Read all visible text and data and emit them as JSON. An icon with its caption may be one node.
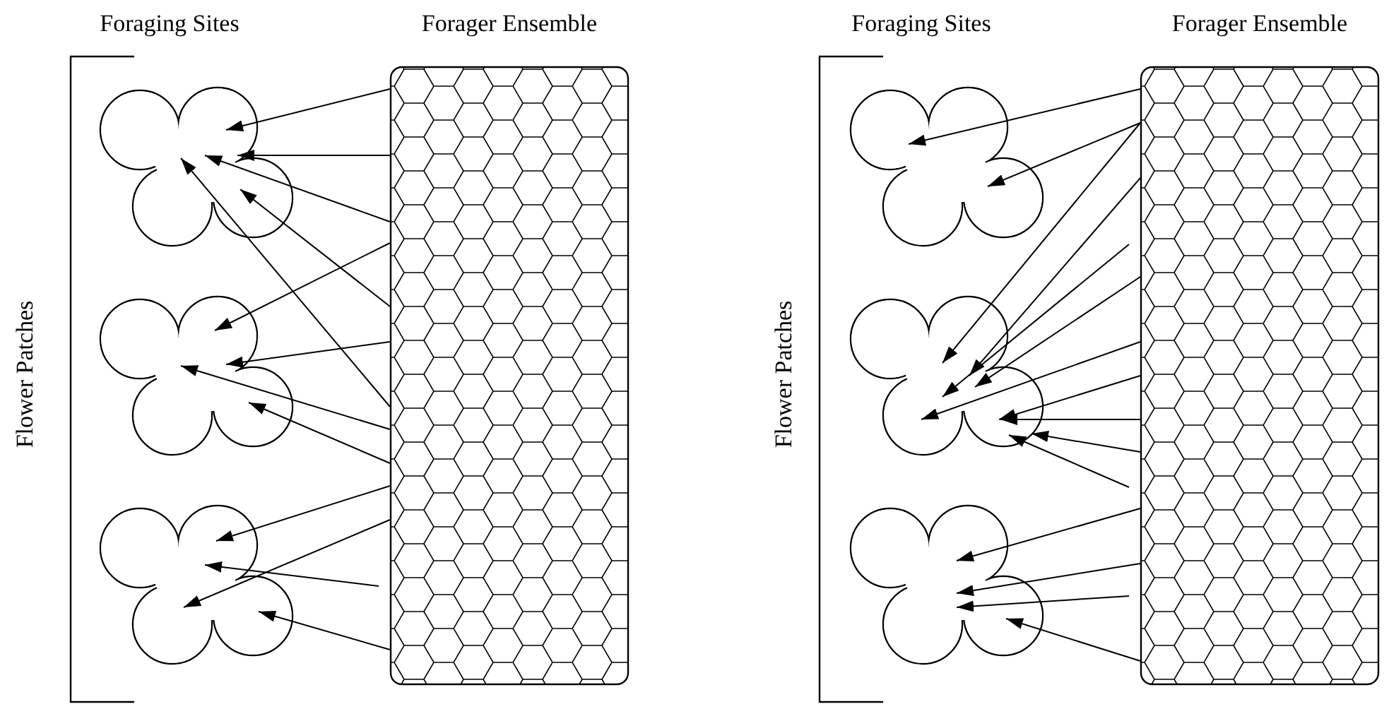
{
  "diagram": {
    "nodes": [
      {
        "text": [],
        "shape": "cloud"
      },
      {
        "text": [],
        "shape": "cloud"
      },
      {
        "text": [],
        "shape": "cloud"
      },
      {
        "text": [
          "Forager Ensemble"
        ]
      },
      {
        "text": [],
        "shape": "cloud"
      },
      {
        "text": [],
        "shape": "cloud"
      },
      {
        "text": [],
        "shape": "cloud"
      },
      {
        "text": [
          "Forager Ensemble"
        ]
      }
    ],
    "edges": [
      {
        "from": 3,
        "to": 0,
        "arrow": "to"
      },
      {
        "from": 3,
        "to": 0,
        "arrow": "to"
      },
      {
        "from": 3,
        "to": 0,
        "arrow": "to"
      },
      {
        "from": 3,
        "to": 0,
        "arrow": "to"
      },
      {
        "from": 3,
        "to": 0,
        "arrow": "to"
      },
      {
        "from": 3,
        "to": 1,
        "arrow": "to"
      },
      {
        "from": 3,
        "to": 1,
        "arrow": "to"
      },
      {
        "from": 3,
        "to": 1,
        "arrow": "to"
      },
      {
        "from": 3,
        "to": 1,
        "arrow": "to"
      },
      {
        "from": 3,
        "to": 2,
        "arrow": "to"
      },
      {
        "from": 3,
        "to": 2,
        "arrow": "to"
      },
      {
        "from": 3,
        "to": 2,
        "arrow": "to"
      },
      {
        "from": 3,
        "to": 2,
        "arrow": "to"
      },
      {
        "from": 7,
        "to": 4,
        "arrow": "to"
      },
      {
        "from": 7,
        "to": 4,
        "arrow": "to"
      },
      {
        "from": 7,
        "to": 5,
        "arrow": "to"
      },
      {
        "from": 7,
        "to": 5,
        "arrow": "to"
      },
      {
        "from": 7,
        "to": 5,
        "arrow": "to"
      },
      {
        "from": 7,
        "to": 5,
        "arrow": "to"
      },
      {
        "from": 7,
        "to": 5,
        "arrow": "to"
      },
      {
        "from": 7,
        "to": 5,
        "arrow": "to"
      },
      {
        "from": 7,
        "to": 5,
        "arrow": "to"
      },
      {
        "from": 7,
        "to": 5,
        "arrow": "to"
      },
      {
        "from": 7,
        "to": 5,
        "arrow": "to"
      },
      {
        "from": 7,
        "to": 6,
        "arrow": "to"
      },
      {
        "from": 7,
        "to": 6,
        "arrow": "to"
      },
      {
        "from": 7,
        "to": 6,
        "arrow": "to"
      },
      {
        "from": 7,
        "to": 6,
        "arrow": "to"
      }
    ],
    "labels": [
      "Foraging Sites",
      "Flower Patches",
      "Foraging Sites",
      "Flower Patches"
    ]
  }
}
